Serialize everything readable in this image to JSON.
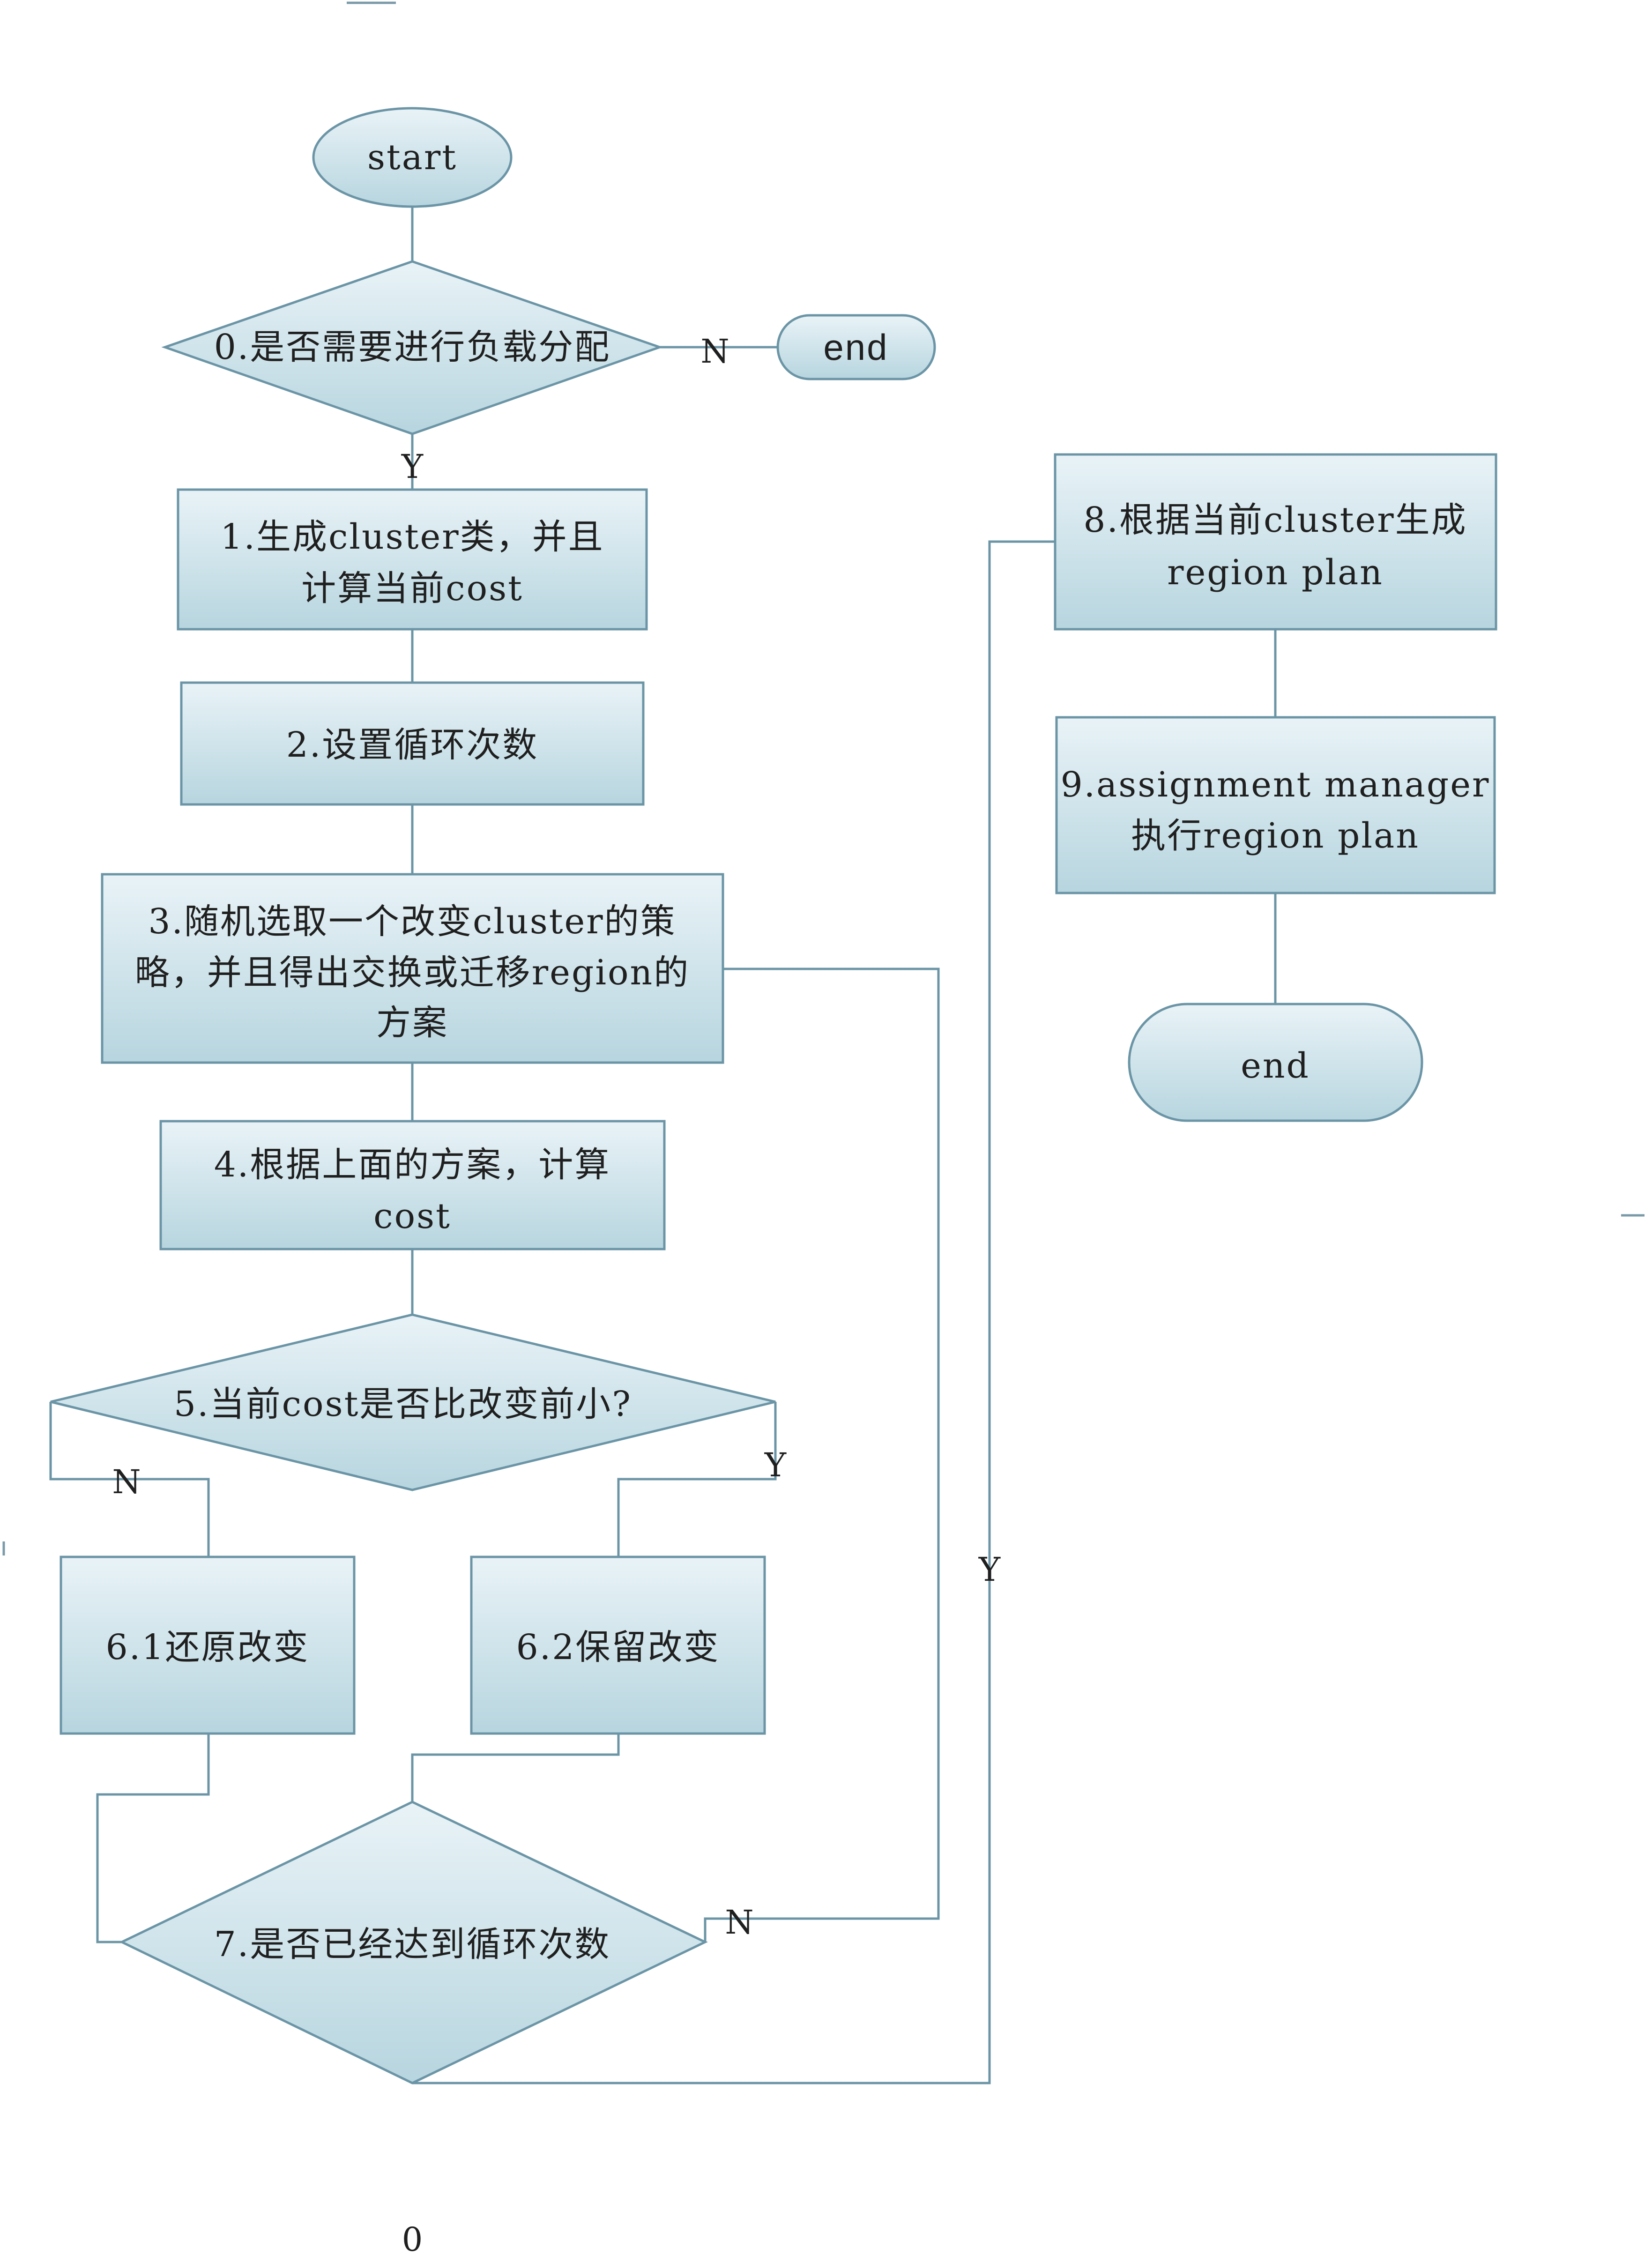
{
  "nodes": {
    "start": "start",
    "n0": "0.是否需要进行负载分配",
    "end_top": "end",
    "n1": [
      "1.生成cluster类，并且",
      "计算当前cost"
    ],
    "n2": "2.设置循环次数",
    "n3": [
      "3.随机选取一个改变cluster的策",
      "略，并且得出交换或迁移region的",
      "方案"
    ],
    "n4": [
      "4.根据上面的方案，计算",
      "cost"
    ],
    "n5": "5.当前cost是否比改变前小?",
    "n61": "6.1还原改变",
    "n62": "6.2保留改变",
    "n7": "7.是否已经达到循环次数",
    "n8": [
      "8.根据当前cluster生成",
      "region plan"
    ],
    "n9": [
      "9.assignment manager",
      "执行region plan"
    ],
    "end_bottom": "end"
  },
  "edges": {
    "n0_no": "N",
    "n0_yes": "Y",
    "n5_no": "N",
    "n5_yes": "Y",
    "n7_no": "N",
    "n7_yes": "Y"
  },
  "footer_mark": "0",
  "colors": {
    "fill_top": "#e9f3f7",
    "fill_bottom": "#b7d5df",
    "stroke": "#6b95a6"
  }
}
